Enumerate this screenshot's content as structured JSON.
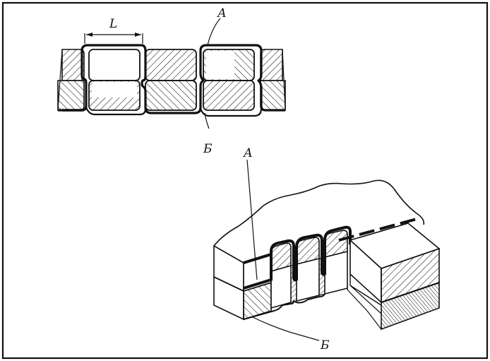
{
  "labels": {
    "length": "L",
    "top_a": "А",
    "top_b": "Б",
    "bottom_a": "А",
    "bottom_b": "Б"
  },
  "colors": {
    "ink": "#111111",
    "paper": "#ffffff"
  }
}
